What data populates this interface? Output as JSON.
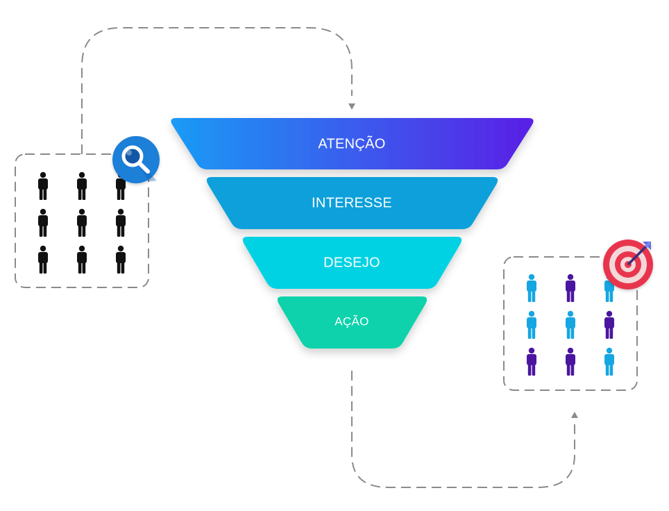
{
  "funnel": {
    "stages": [
      {
        "label": "ATENÇÃO",
        "colors": [
          "#1a9bf5",
          "#5a1fe6"
        ]
      },
      {
        "label": "INTERESSE",
        "colors": [
          "#0aa0da",
          "#0aa0da"
        ]
      },
      {
        "label": "DESEJO",
        "colors": [
          "#05d2e3",
          "#05d2e3"
        ]
      },
      {
        "label": "AÇÃO",
        "colors": [
          "#0bd2ac",
          "#0bd2ac"
        ]
      }
    ]
  },
  "left_group": {
    "icon": "magnifier-icon",
    "person_colors": [
      "#111111",
      "#111111",
      "#111111",
      "#111111",
      "#111111",
      "#111111",
      "#111111",
      "#111111",
      "#111111"
    ]
  },
  "right_group": {
    "icon": "target-dart-icon",
    "person_colors": [
      "#16a6e2",
      "#4b169f",
      "#16a6e2",
      "#16a6e2",
      "#16a6e2",
      "#4b169f",
      "#4b169f",
      "#4b169f",
      "#16a6e2"
    ]
  },
  "colors": {
    "dash": "#8a8a8a",
    "search_badge": "#1a7fd8",
    "target_red": "#e8344d"
  }
}
